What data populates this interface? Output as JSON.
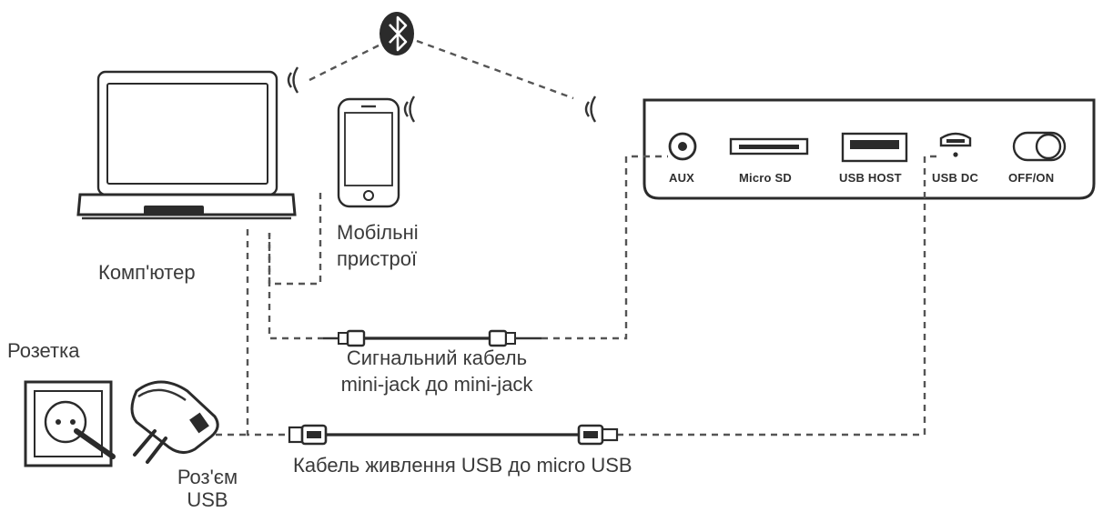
{
  "labels": {
    "computer": "Комп'ютер",
    "mobile_line1": "Мобільні",
    "mobile_line2": "пристрої",
    "socket": "Розетка",
    "usb_connector_line1": "Роз'єм",
    "usb_connector_line2": "USB",
    "signal_cable_line1": "Сигнальний кабель",
    "signal_cable_line2": "mini-jack до mini-jack",
    "power_cable": "Кабель живлення USB до micro USB"
  },
  "device_ports": {
    "aux": "AUX",
    "micro_sd": "Micro SD",
    "usb_host": "USB HOST",
    "usb_dc": "USB DC",
    "off_on": "OFF/ON"
  },
  "icons": {
    "bluetooth": "bluetooth-icon",
    "wireless_signal": "wireless-signal-icon"
  }
}
